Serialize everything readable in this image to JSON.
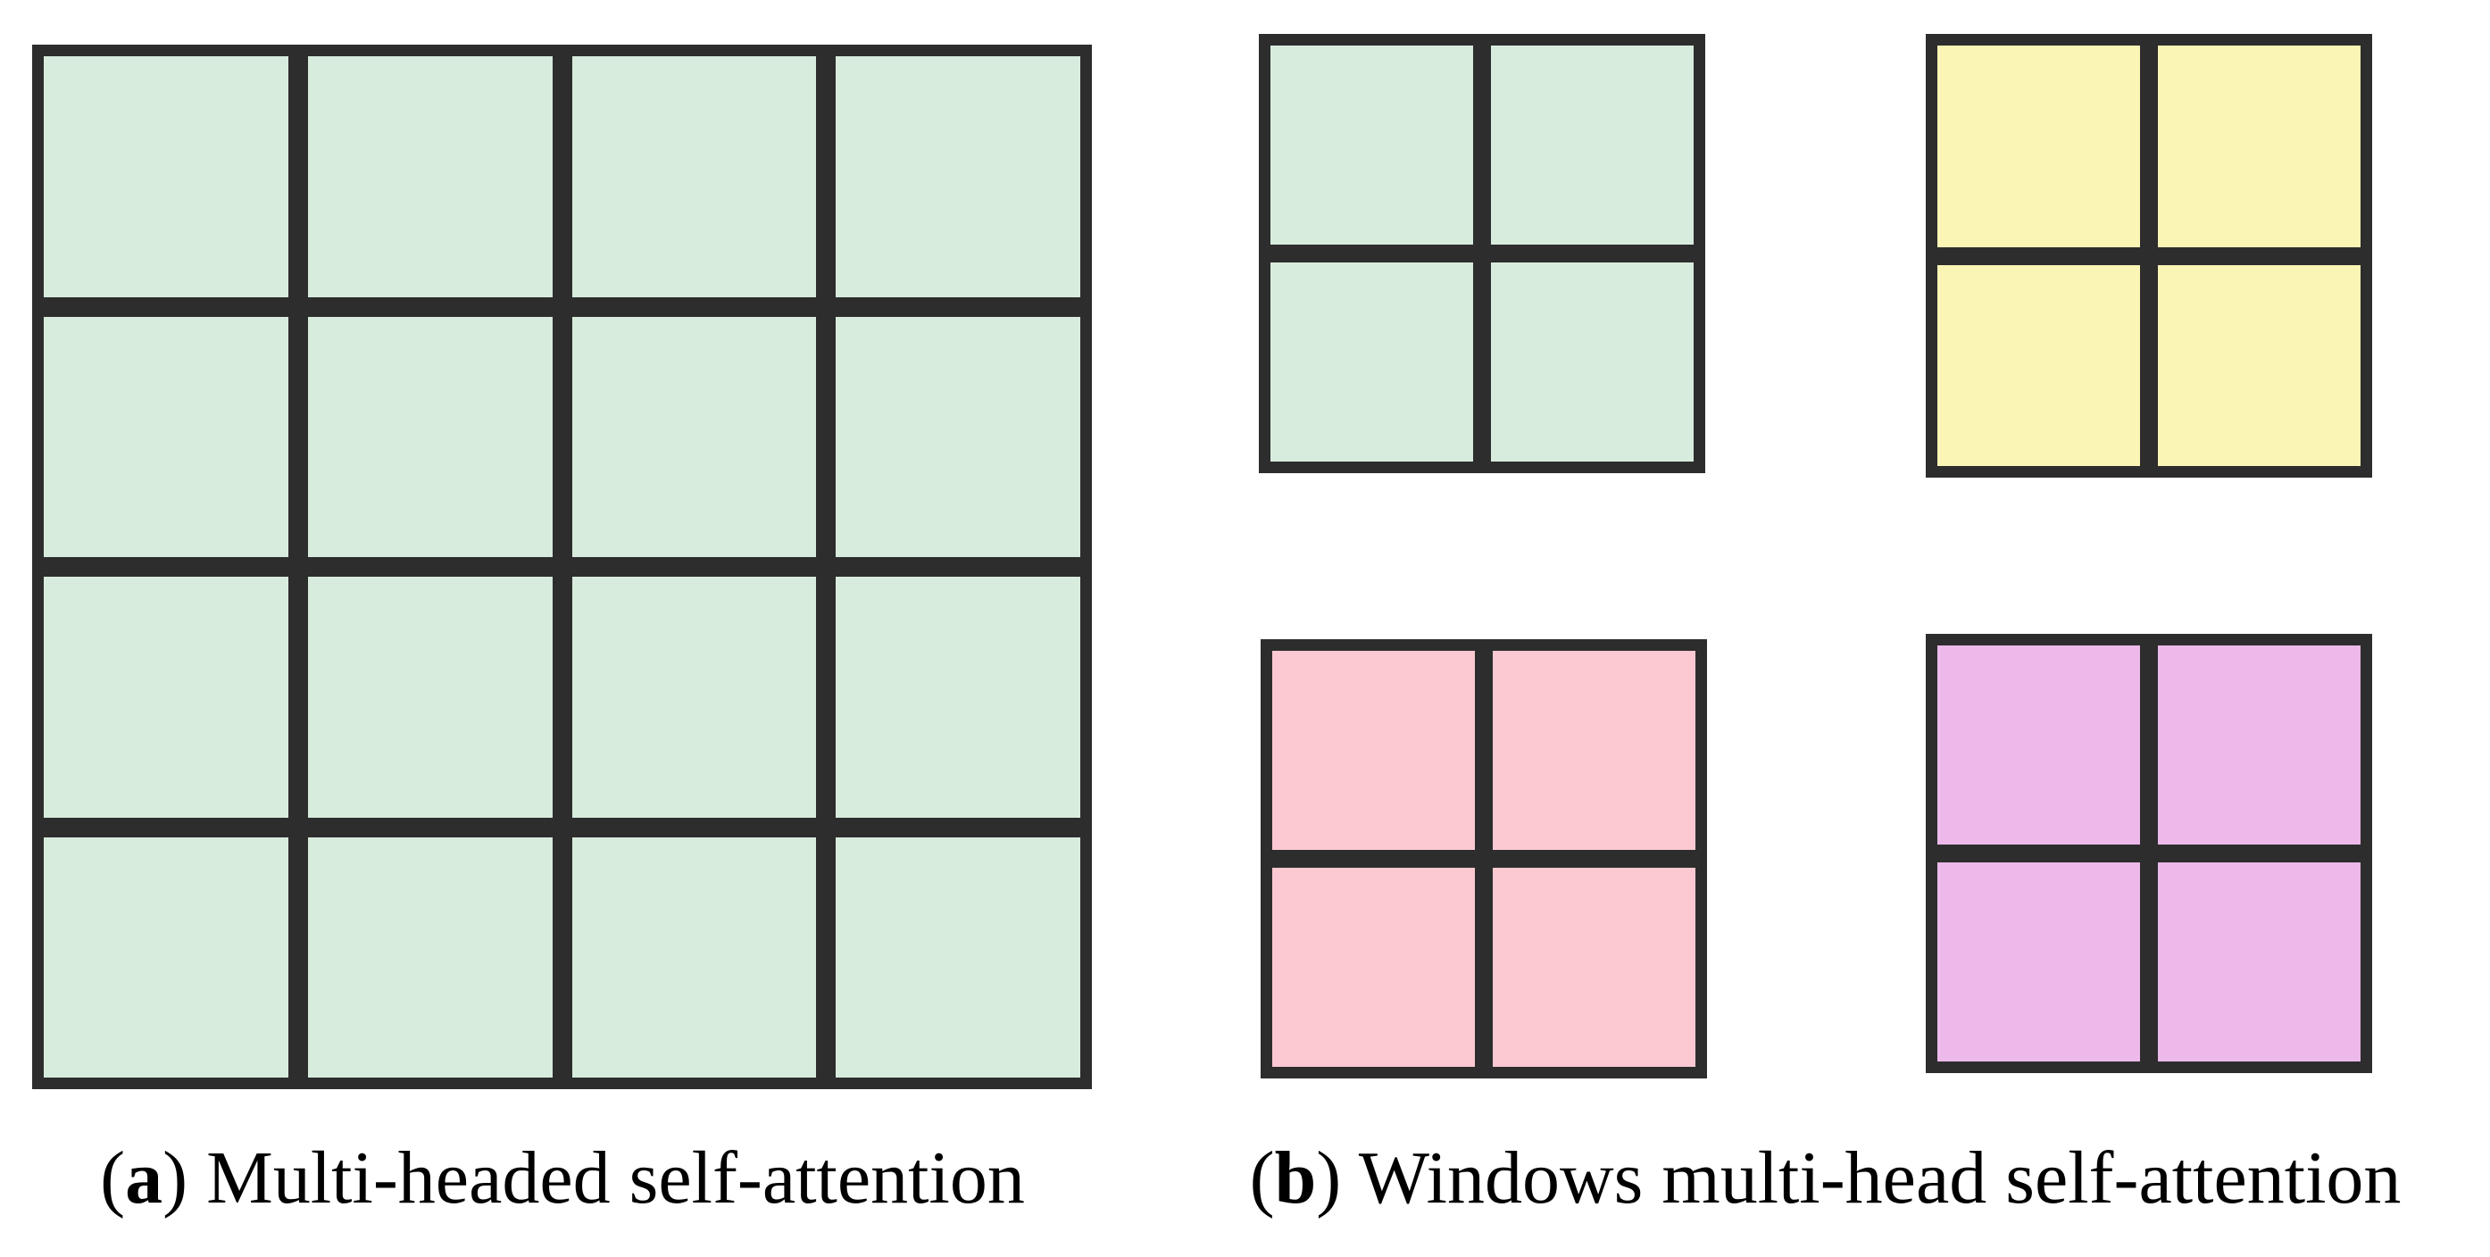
{
  "figure": {
    "background": "#ffffff",
    "border_color": "#2d2d2d",
    "text_color": "#000000",
    "panel_a": {
      "caption": {
        "open": "(",
        "letter": "a",
        "close": ")",
        "text": " Multi-headed self-attention"
      },
      "grid": {
        "name": "multi-headed-self-attention-grid",
        "rows": 4,
        "cols": 4,
        "fill": "#d8ecde"
      }
    },
    "panel_b": {
      "caption": {
        "open": "(",
        "letter": "b",
        "close": ")",
        "text": " Windows multi-head self-attention"
      },
      "windows": [
        {
          "name": "window-top-left-green",
          "rows": 2,
          "cols": 2,
          "fill": "#d8ecde"
        },
        {
          "name": "window-top-right-yellow",
          "rows": 2,
          "cols": 2,
          "fill": "#faf5b5"
        },
        {
          "name": "window-bottom-left-pink",
          "rows": 2,
          "cols": 2,
          "fill": "#fcc9d2"
        },
        {
          "name": "window-bottom-right-purple",
          "rows": 2,
          "cols": 2,
          "fill": "#edb9ea"
        }
      ]
    }
  }
}
